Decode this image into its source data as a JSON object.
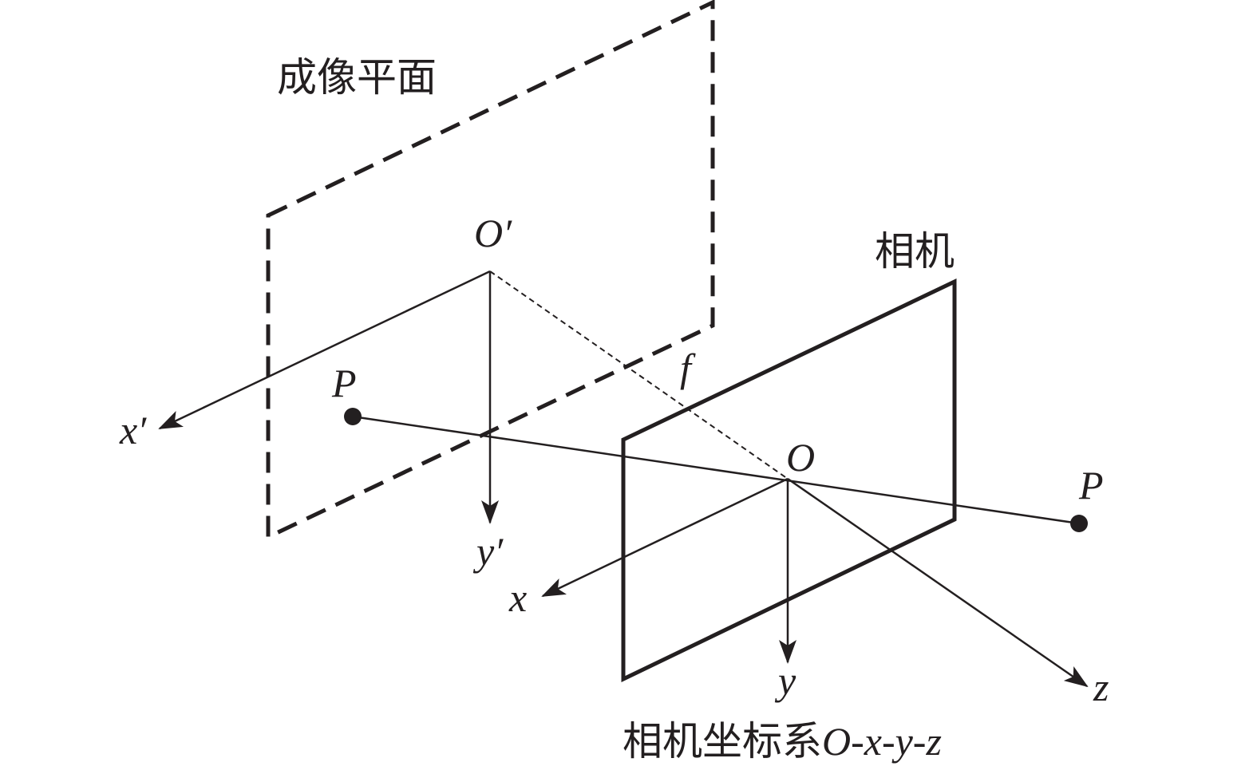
{
  "labels": {
    "image_plane": "成像平面",
    "camera": "相机",
    "camera_frame_prefix": "相机坐标系",
    "camera_frame_suffix": "O-x-y-z",
    "o_prime": "O′",
    "o": "O",
    "p_left": "P",
    "p_right": "P",
    "f": "f",
    "x_prime": "x′",
    "y_prime": "y′",
    "x": "x",
    "y": "y",
    "z": "z"
  },
  "colors": {
    "stroke": "#231f20",
    "background": "#ffffff"
  }
}
